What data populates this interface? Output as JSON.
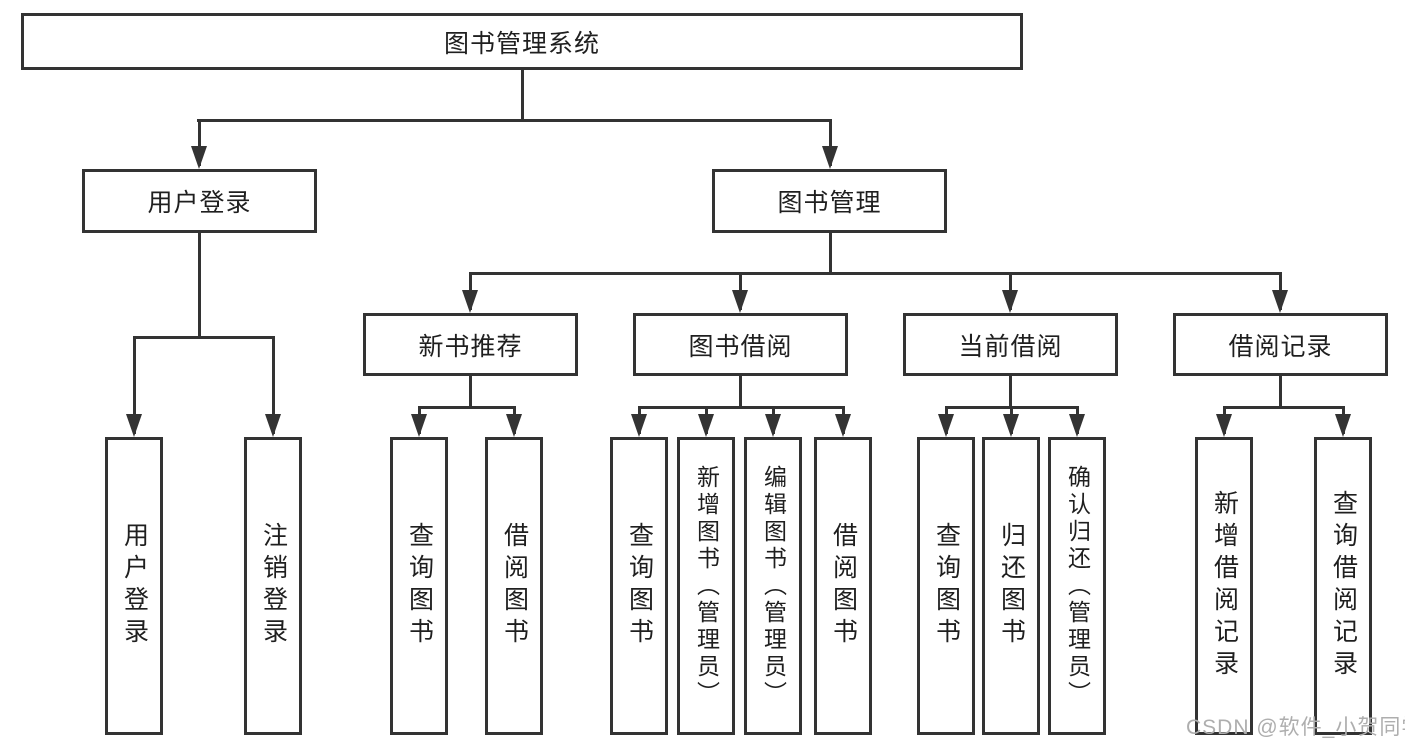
{
  "diagram": {
    "root": {
      "label": "图书管理系统"
    },
    "nodes": [
      {
        "label": "用户登录",
        "children": [
          {
            "label": "用户登录"
          },
          {
            "label": "注销登录"
          }
        ]
      },
      {
        "label": "图书管理",
        "children": [
          {
            "label": "新书推荐",
            "children": [
              {
                "label": "查询图书"
              },
              {
                "label": "借阅图书"
              }
            ]
          },
          {
            "label": "图书借阅",
            "children": [
              {
                "label": "查询图书"
              },
              {
                "label": "新增图书（管理员）"
              },
              {
                "label": "编辑图书（管理员）"
              },
              {
                "label": "借阅图书"
              }
            ]
          },
          {
            "label": "当前借阅",
            "children": [
              {
                "label": "查询图书"
              },
              {
                "label": "归还图书"
              },
              {
                "label": "确认归还（管理员）"
              }
            ]
          },
          {
            "label": "借阅记录",
            "children": [
              {
                "label": "新增借阅记录"
              },
              {
                "label": "查询借阅记录"
              }
            ]
          }
        ]
      }
    ],
    "watermark": "CSDN @软件_小贺同学",
    "colors": {
      "line": "#333333",
      "text": "#1f1f1f",
      "watermark": "#aeaeae",
      "background": "#ffffff"
    }
  }
}
